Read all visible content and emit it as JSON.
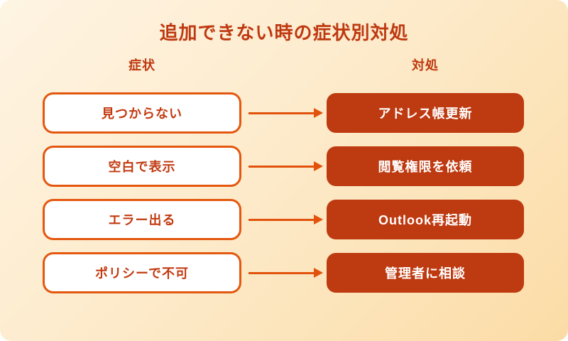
{
  "card": {
    "title": "追加できない時の症状別対処",
    "columns": {
      "left": "症状",
      "right": "対処"
    }
  },
  "rows": [
    {
      "symptom": "見つからない",
      "action": "アドレス帳更新"
    },
    {
      "symptom": "空白で表示",
      "action": "閲覧権限を依頼"
    },
    {
      "symptom": "エラー出る",
      "action": "Outlook再起動"
    },
    {
      "symptom": "ポリシーで不可",
      "action": "管理者に相談"
    }
  ],
  "icons": {
    "connector": "right-arrow-icon"
  },
  "colors": {
    "accent_dark_red": "#BE3A10",
    "box_border_orange": "#E4570F",
    "arrow_orange": "#E2520C",
    "symptom_text": "#C23A10",
    "action_text": "#FFFFFF",
    "symptom_box_bg": "#FFFFFF",
    "bg_gradient_start": "#FEF4E3",
    "bg_gradient_end": "#FBDCA6",
    "page_bg": "#FFFFFF"
  }
}
